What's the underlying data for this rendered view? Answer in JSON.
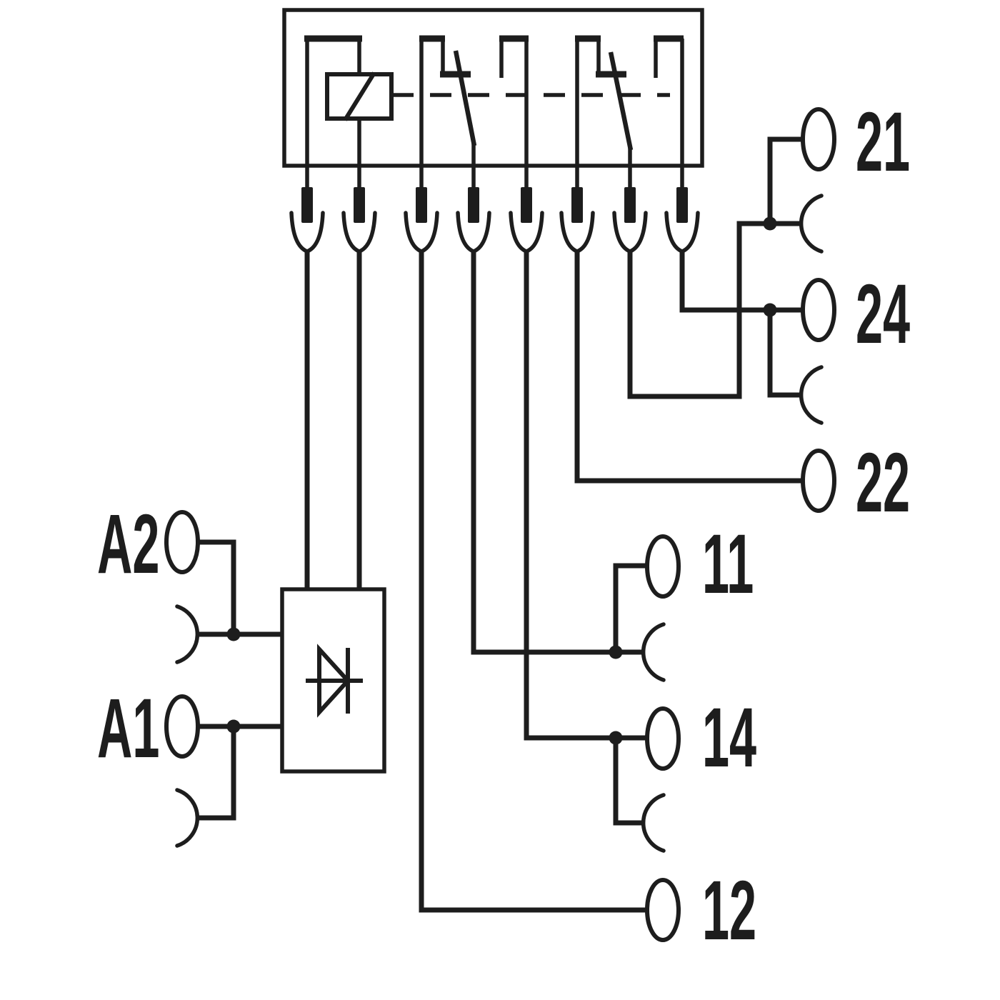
{
  "diagram": {
    "type": "relay-module-wiring-schematic",
    "colors": {
      "line": "#1d1d1d",
      "background": "#ffffff"
    },
    "labels": {
      "t21": "21",
      "t24": "24",
      "t22": "22",
      "t11": "11",
      "t14": "14",
      "t12": "12",
      "a2": "A2",
      "a1": "A1"
    },
    "symbols": {
      "relay_unit": "relay-module-outline",
      "coil": "relay-coil",
      "mechanical_link": "dashed-mechanical-link",
      "contact_1": "changeover-contact-1",
      "contact_2": "changeover-contact-2",
      "plug_pin": "plug-in-pin-with-socket",
      "terminal": "terminal-circle",
      "socket": "female-connector-arc",
      "suppressor": "protection-diode"
    }
  }
}
